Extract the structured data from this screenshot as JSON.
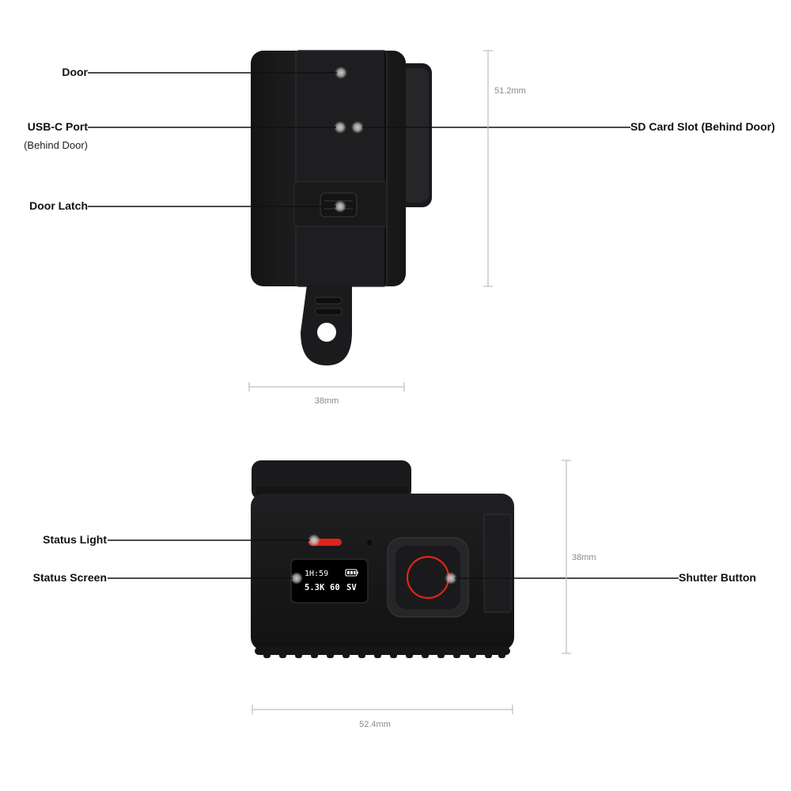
{
  "top_view": {
    "labels": {
      "door": "Door",
      "usb_c_port": "USB-C Port",
      "usb_c_port_note": "(Behind Door)",
      "door_latch": "Door Latch",
      "sd_card_slot": "SD Card Slot (Behind Door)"
    },
    "dimensions": {
      "height": "51.2mm",
      "width": "38mm"
    }
  },
  "bottom_view": {
    "labels": {
      "status_light": "Status Light",
      "status_screen": "Status Screen",
      "shutter_button": "Shutter Button"
    },
    "dimensions": {
      "height": "38mm",
      "width": "52.4mm"
    },
    "screen": {
      "time": "1H:59",
      "resolution": "5.3K",
      "fps": "60",
      "mode": "SV"
    }
  },
  "colors": {
    "body": "#1c1c1e",
    "body_dark": "#0f0f10",
    "accent_red": "#e0241b",
    "label_line": "#111111",
    "dimension_line": "#bdbdbd"
  }
}
